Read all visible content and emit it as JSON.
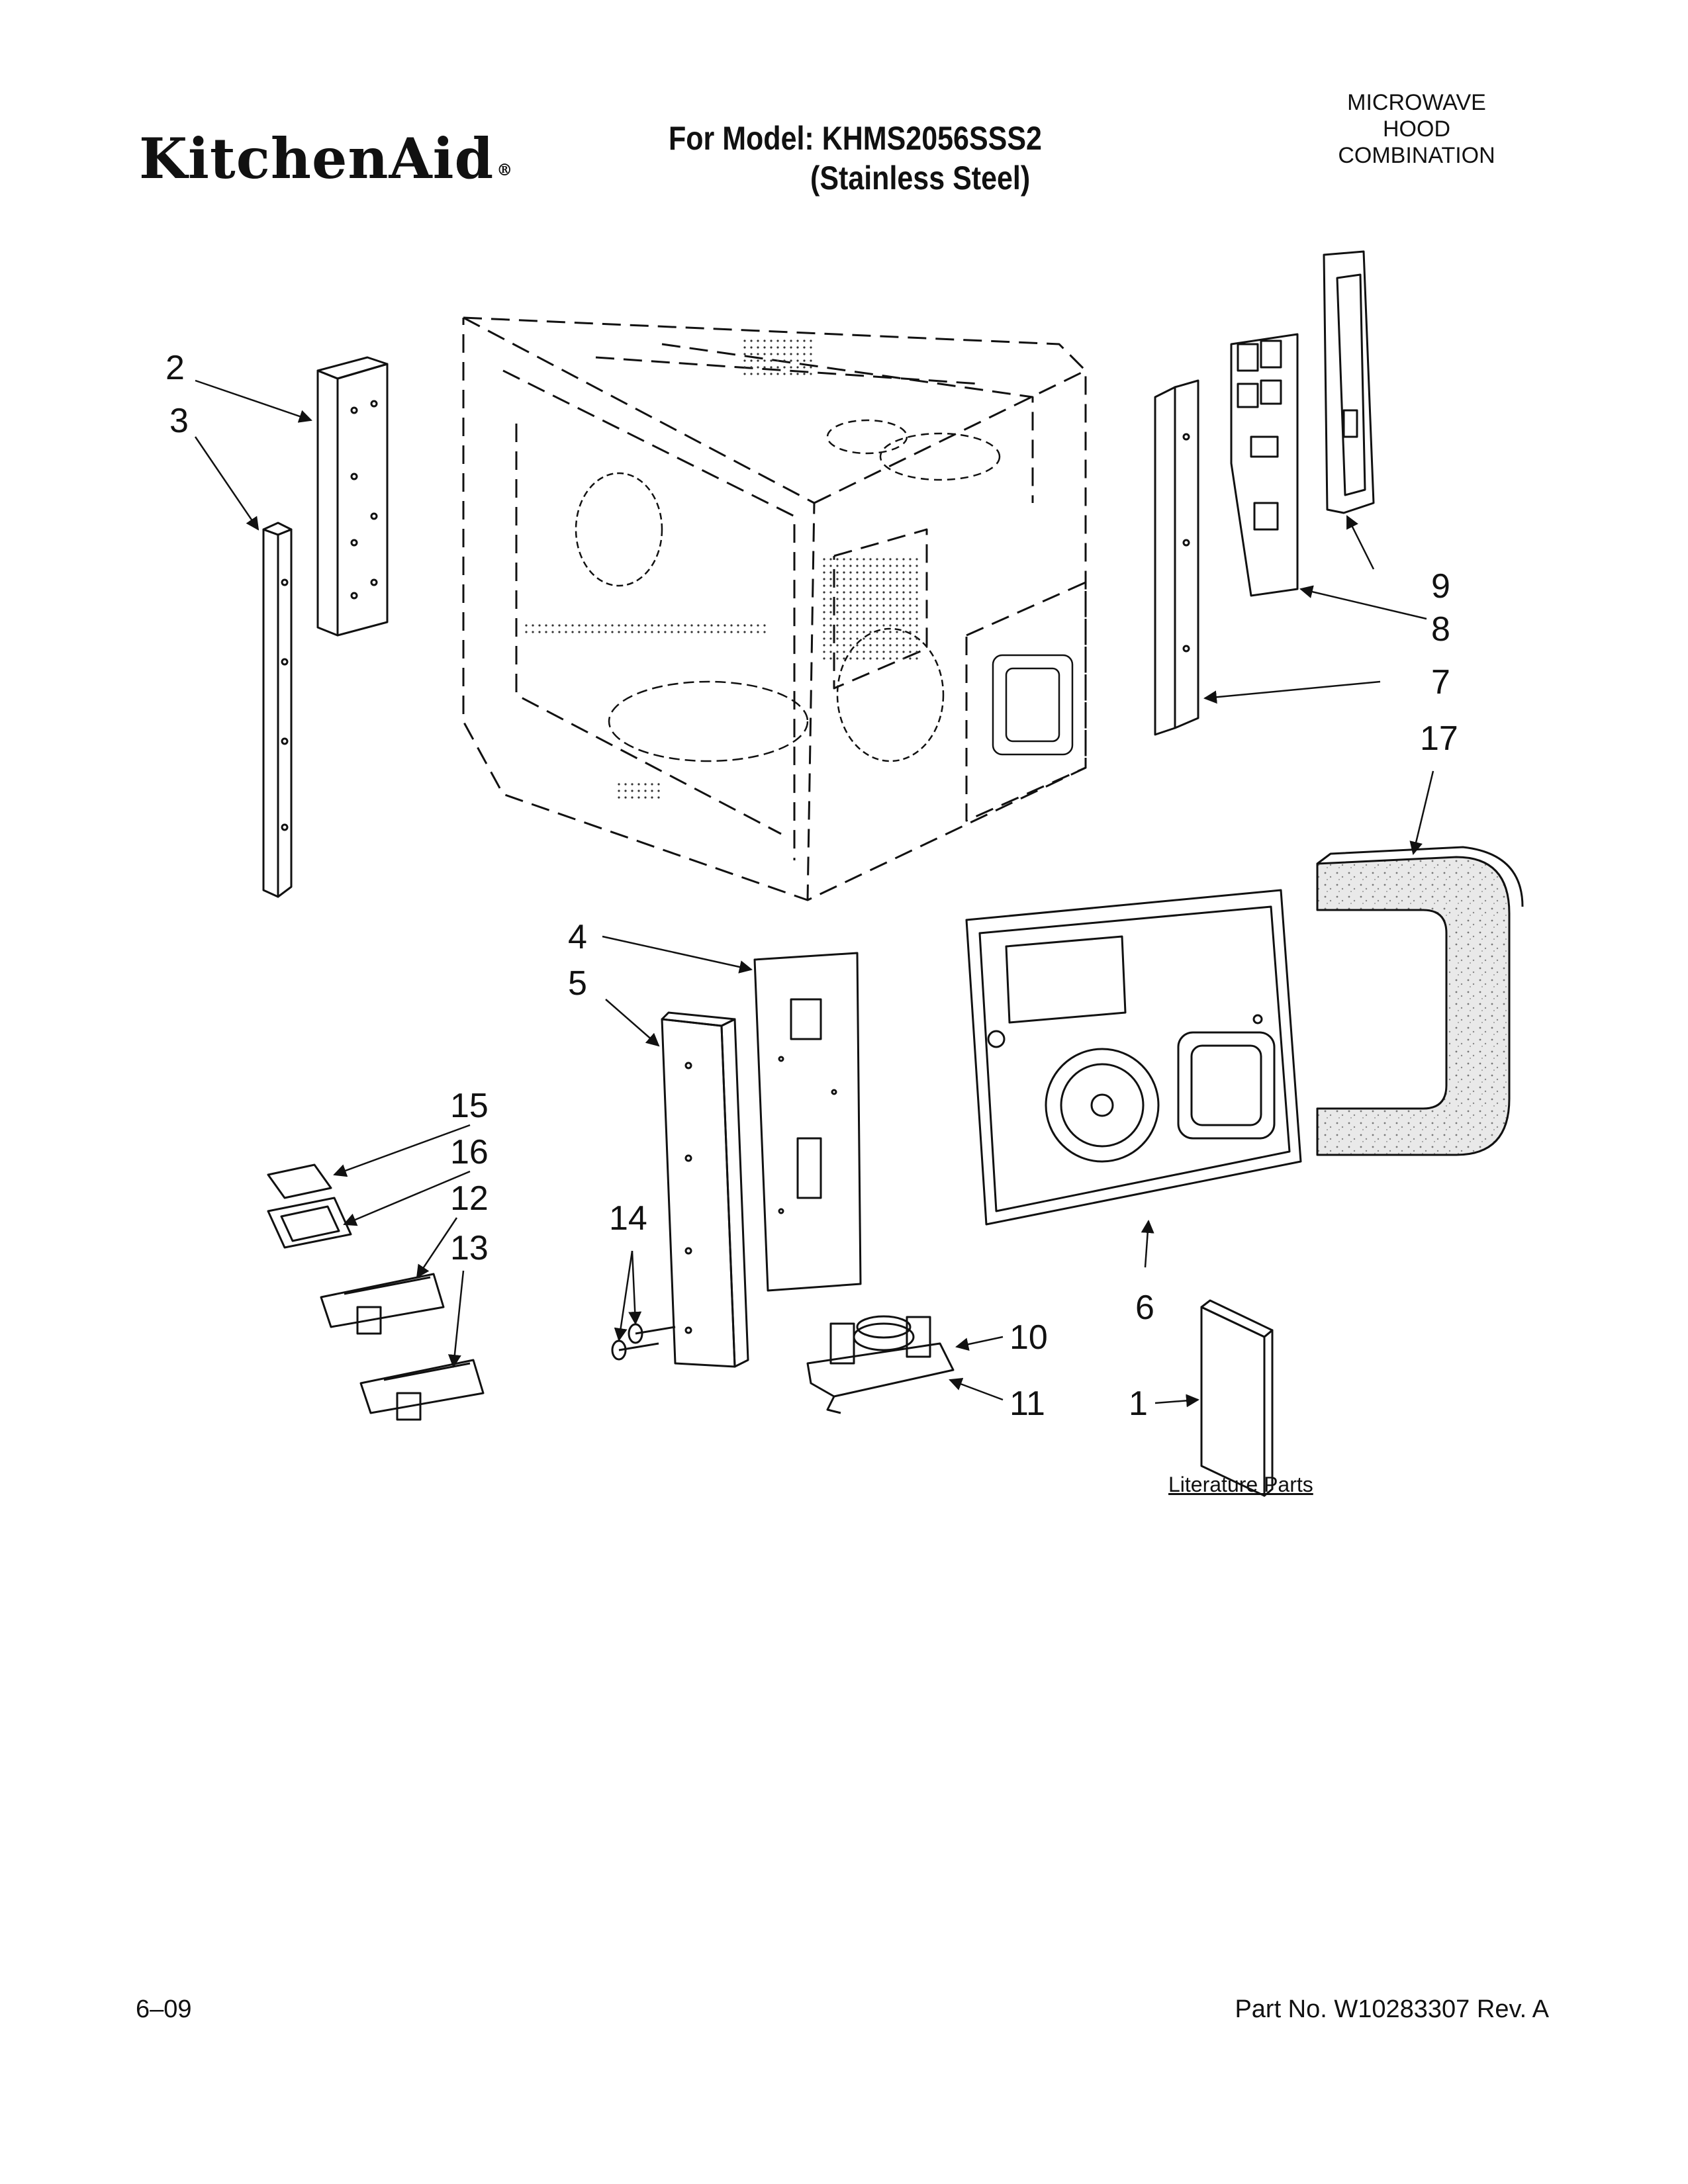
{
  "header": {
    "brand": "KitchenAid",
    "model_line": "For Model: KHMS2056SSS2",
    "finish_line": "(Stainless Steel)",
    "category": [
      "MICROWAVE",
      "HOOD",
      "COMBINATION"
    ]
  },
  "callouts": {
    "c1": "1",
    "c2": "2",
    "c3": "3",
    "c4": "4",
    "c5": "5",
    "c6": "6",
    "c7": "7",
    "c8": "8",
    "c9": "9",
    "c10": "10",
    "c11": "11",
    "c12": "12",
    "c13": "13",
    "c14": "14",
    "c15": "15",
    "c16": "16",
    "c17": "17"
  },
  "literature_label": "Literature Parts",
  "footer": {
    "date": "6–09",
    "part_no": "Part No. W10283307 Rev. A"
  }
}
